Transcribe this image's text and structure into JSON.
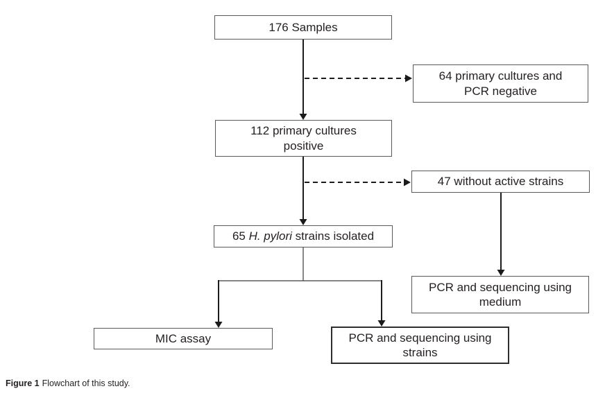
{
  "figure": {
    "caption": {
      "label": "Figure 1",
      "text": "Flowchart of this study."
    },
    "boxes": {
      "samples": {
        "label": "176 Samples"
      },
      "pcr_negative": {
        "label": "64 primary cultures and\nPCR negative"
      },
      "cultures_positive": {
        "label": "112 primary cultures\npositive"
      },
      "no_active_strains": {
        "label": "47 without active strains"
      },
      "strains_isolated": {
        "prefix": "65 ",
        "species": "H. pylori",
        "suffix": " strains isolated"
      },
      "pcr_medium": {
        "label": "PCR and sequencing using\nmedium"
      },
      "mic_assay": {
        "label": "MIC assay"
      },
      "pcr_strains": {
        "label": "PCR and sequencing using\nstrains"
      }
    },
    "colors": {
      "background": "#ffffff",
      "box_border": "#58595b",
      "emphasis_border": "#2d2d2d",
      "arrow": "#1b1b1b",
      "text": "#231f20"
    }
  }
}
